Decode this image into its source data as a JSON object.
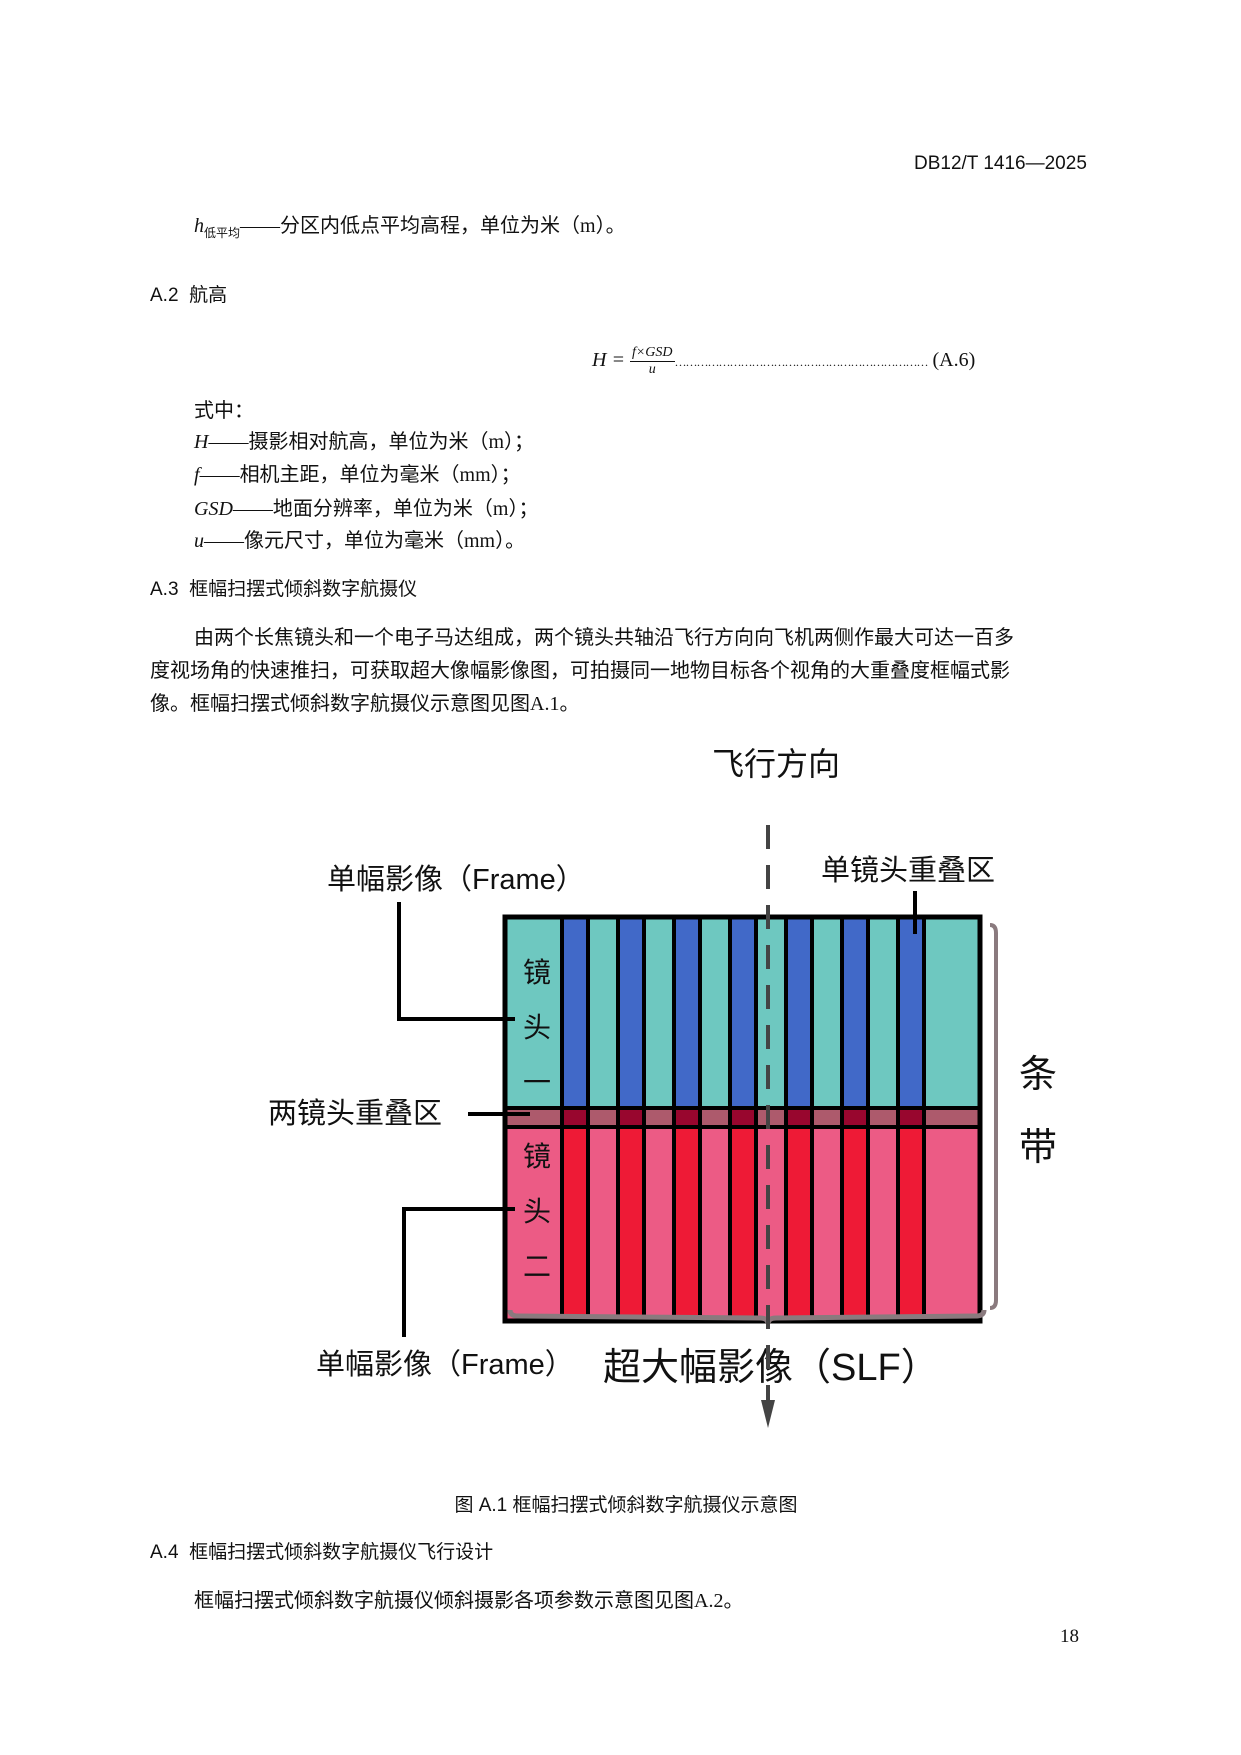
{
  "header": {
    "doc_code": "DB12/T 1416—2025"
  },
  "def_h_low": {
    "symbol": "h",
    "subscript": "低平均",
    "text": "——分区内低点平均高程，单位为米（m）。"
  },
  "section_a2": {
    "number": "A.2",
    "title": "航高"
  },
  "formula": {
    "lhs": "H =",
    "numerator": "f×GSD",
    "denominator": "u",
    "leader": "……………………………………………………………",
    "label": "(A.6)"
  },
  "where_label": "式中：",
  "definitions": [
    {
      "symbol": "H",
      "text": "——摄影相对航高，单位为米（m）；"
    },
    {
      "symbol": "f",
      "text": "——相机主距，单位为毫米（mm）；"
    },
    {
      "symbol": "GSD",
      "text": "——地面分辨率，单位为米（m）；"
    },
    {
      "symbol": "u",
      "text": "——像元尺寸，单位为毫米（mm）。"
    }
  ],
  "section_a3": {
    "number": "A.3",
    "title": "框幅扫摆式倾斜数字航摄仪"
  },
  "paragraph_a3": [
    "由两个长焦镜头和一个电子马达组成，两个镜头共轴沿飞行方向向飞机两侧作最大可达一百多",
    "度视场角的快速推扫，可获取超大像幅影像图，可拍摄同一地物目标各个视角的大重叠度框幅式影",
    "像。框幅扫摆式倾斜数字航摄仪示意图见图A.1。"
  ],
  "figure": {
    "flight_direction": "飞行方向",
    "frame_top": "单幅影像（Frame）",
    "single_lens_overlap": "单镜头重叠区",
    "dual_lens_overlap": "两镜头重叠区",
    "lens1": [
      "镜",
      "头",
      "一"
    ],
    "lens2": [
      "镜",
      "头",
      "二"
    ],
    "strip": [
      "条",
      "带"
    ],
    "frame_bottom": "单幅影像（Frame）",
    "slf": "超大幅影像（SLF）",
    "colors": {
      "teal": "#6ec8c0",
      "blue": "#4169c8",
      "pink": "#ec5b85",
      "red": "#ee1a36",
      "band_light": "#ad5a6c",
      "band_dark": "#98062e"
    },
    "caption": "图 A.1  框幅扫摆式倾斜数字航摄仪示意图"
  },
  "section_a4": {
    "number": "A.4",
    "title": "框幅扫摆式倾斜数字航摄仪飞行设计"
  },
  "paragraph_a4": "框幅扫摆式倾斜数字航摄仪倾斜摄影各项参数示意图见图A.2。",
  "page_number": "18"
}
